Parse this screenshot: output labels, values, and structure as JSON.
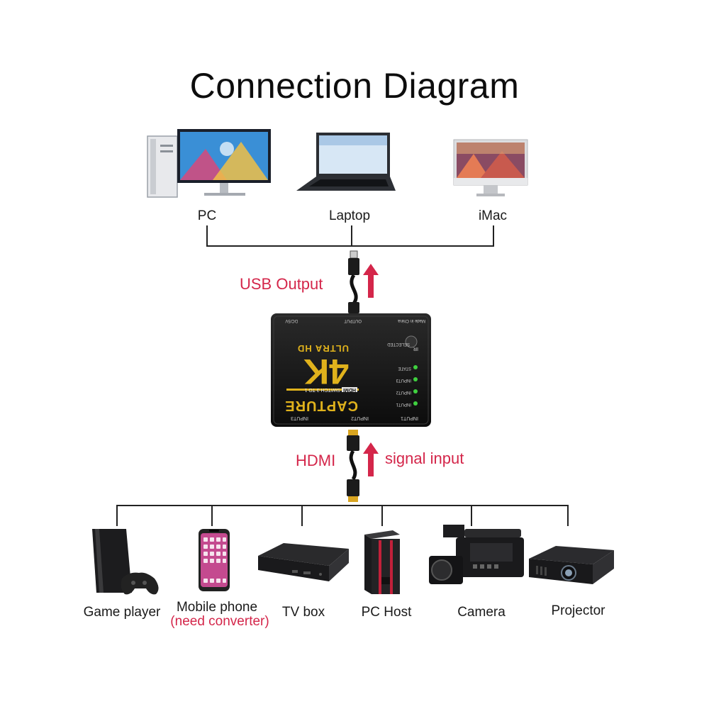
{
  "title": "Connection Diagram",
  "top_devices": [
    {
      "label": "PC",
      "icon": "pc-monitor-icon"
    },
    {
      "label": "Laptop",
      "icon": "laptop-icon"
    },
    {
      "label": "iMac",
      "icon": "imac-icon"
    }
  ],
  "usb": {
    "label": "USB Output"
  },
  "hdmi": {
    "label_left": "HDMI",
    "label_right": "signal input"
  },
  "device_box": {
    "brand_top": "ULTRA HD",
    "big": "4K",
    "hdmi_badge": "HDMI",
    "switch_text": "SWITCH 3 TO 1",
    "brand_bottom": "CAPTURE",
    "ports_top": [
      "DC/5V",
      "OUTPUT",
      "Made in China"
    ],
    "selected": "SELECTED",
    "ir": "IR",
    "leds": [
      "STATE",
      "INPUT3",
      "INPUT2",
      "INPUT1"
    ],
    "ports_bottom": [
      "INPUT3",
      "INPUT2",
      "INPUT1"
    ]
  },
  "bottom_devices": [
    {
      "label": "Game player",
      "icon": "game-console-icon"
    },
    {
      "label": "Mobile phone",
      "note": "(need converter)",
      "icon": "mobile-phone-icon"
    },
    {
      "label": "TV box",
      "icon": "tv-box-icon"
    },
    {
      "label": "PC Host",
      "icon": "pc-tower-icon"
    },
    {
      "label": "Camera",
      "icon": "camcorder-icon"
    },
    {
      "label": "Projector",
      "icon": "projector-icon"
    }
  ],
  "colors": {
    "accent": "#d4264a",
    "box": "#141414",
    "gold": "#e0b21c",
    "led": "#3fd13f"
  }
}
